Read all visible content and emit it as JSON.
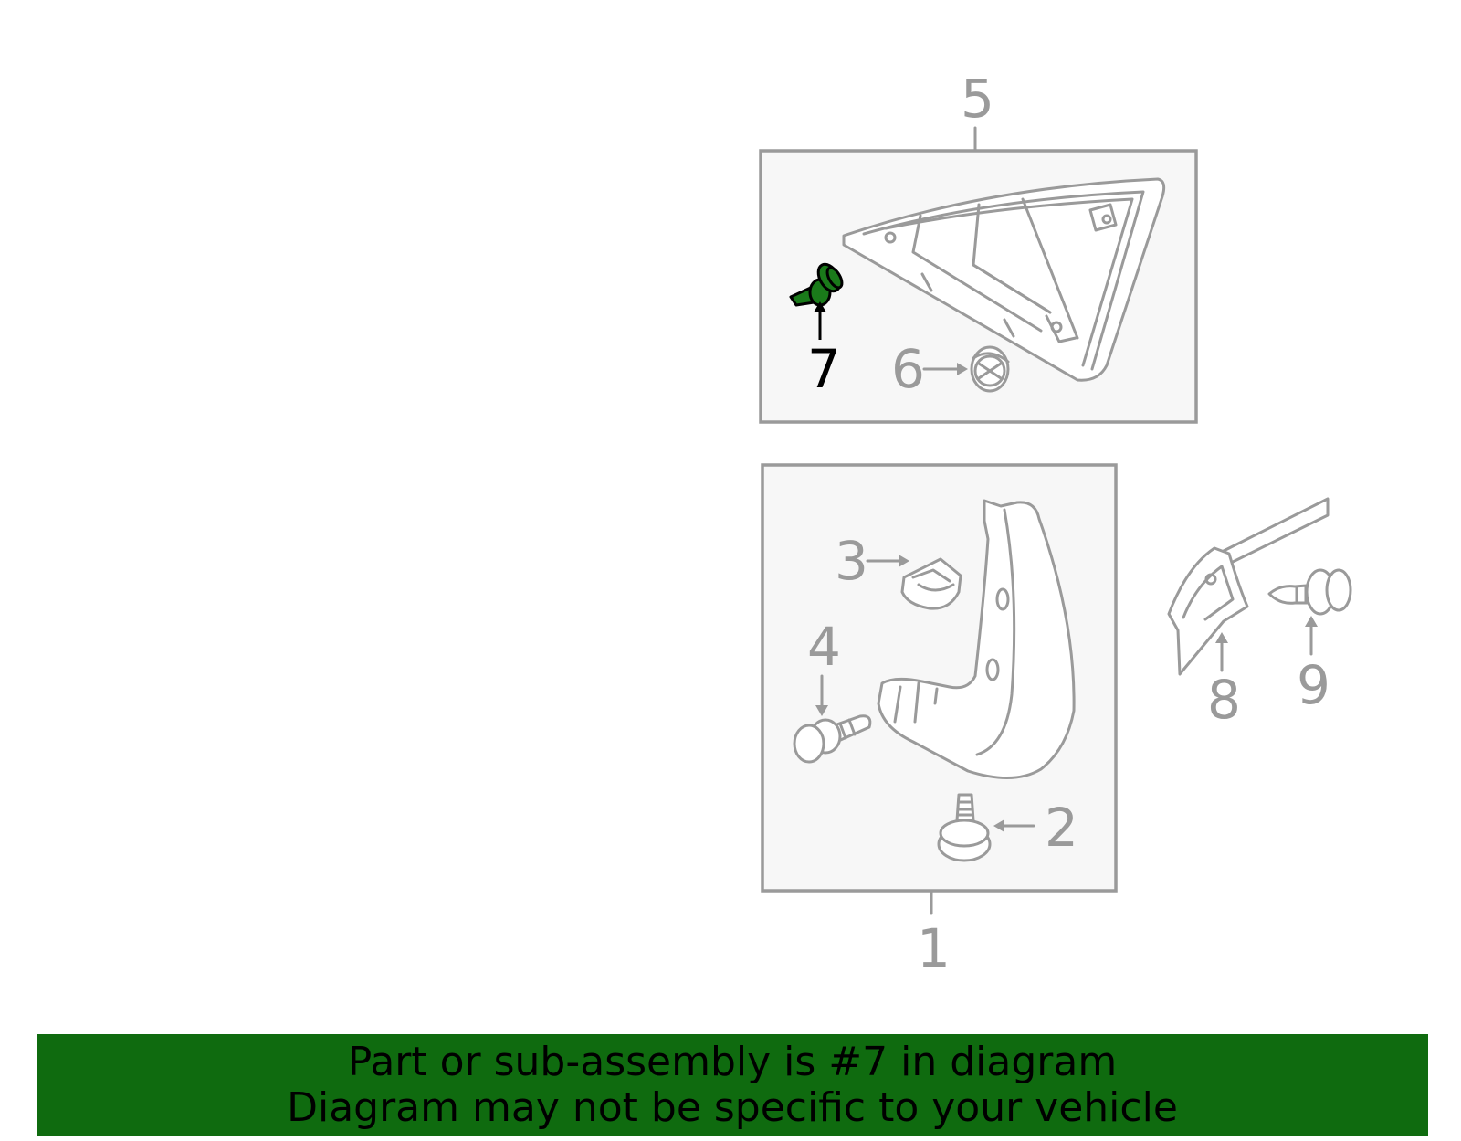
{
  "callouts": {
    "c1": "1",
    "c2": "2",
    "c3": "3",
    "c4": "4",
    "c5": "5",
    "c6": "6",
    "c7": "7",
    "c8": "8",
    "c9": "9"
  },
  "highlight": {
    "part_number": "7",
    "color": "#1a7a1a"
  },
  "banner": {
    "line1": "Part or sub-assembly is #7 in diagram",
    "line2": "Diagram may not be specific to your vehicle",
    "background": "#0f6b0f"
  }
}
